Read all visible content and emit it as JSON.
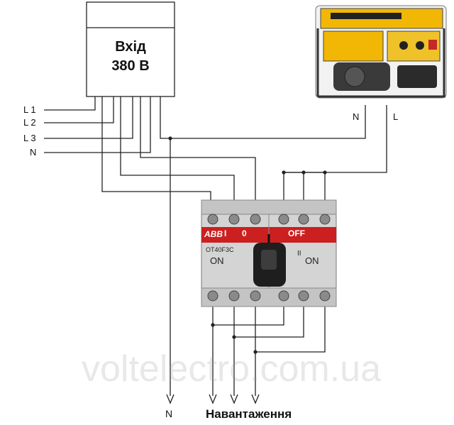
{
  "meter": {
    "line1": "Вхід",
    "line2": "380 В"
  },
  "inputs": [
    "L 1",
    "L 2",
    "L 3",
    "N"
  ],
  "generator": {
    "label_n": "N",
    "label_l": "L"
  },
  "switch": {
    "brand": "ABB",
    "model": "OT40F3C",
    "pos_i": "I",
    "on_left": "ON",
    "pos_0": "0",
    "off": "OFF",
    "pos_ii": "II",
    "on_right": "ON"
  },
  "outputs": {
    "neutral": "N",
    "load": "Навантаження"
  },
  "watermark": "voltelectro.com.ua",
  "colors": {
    "wire": "#222222",
    "switch_body": "#d4d4d4",
    "switch_red": "#cc1f1f",
    "generator_yellow": "#f2b705"
  }
}
